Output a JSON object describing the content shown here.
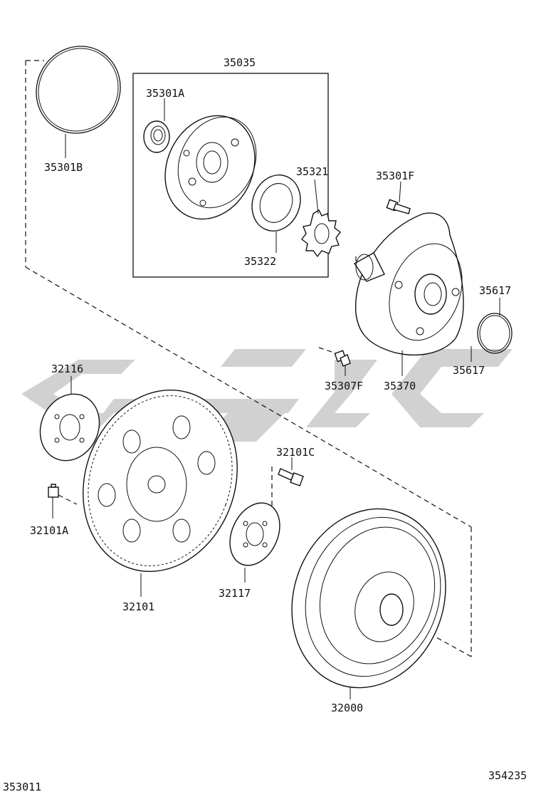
{
  "labels": {
    "p35035": "35035",
    "p35301A": "35301A",
    "p35301B": "35301B",
    "p35321": "35321",
    "p35322": "35322",
    "p35301F": "35301F",
    "p35617a": "35617",
    "p35617b": "35617",
    "p35307F": "35307F",
    "p35370": "35370",
    "p32116": "32116",
    "p32101C": "32101C",
    "p32101A": "32101A",
    "p32117": "32117",
    "p32101": "32101",
    "p32000": "32000"
  },
  "corners": {
    "bottom_left": "353011",
    "bottom_right": "354235"
  },
  "watermark": {
    "color": "#c9c9c9",
    "text": "etsc"
  }
}
